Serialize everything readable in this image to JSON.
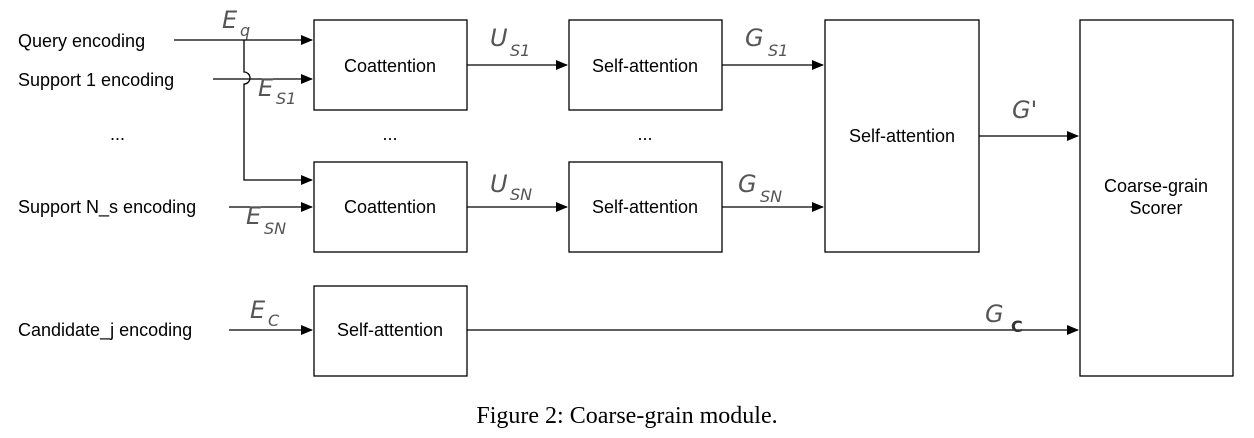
{
  "inputs": {
    "query": "Query encoding",
    "support1": "Support 1 encoding",
    "dots": "...",
    "supportN": "Support N_s encoding",
    "candidate": "Candidate_j encoding"
  },
  "boxes": {
    "coattention_1": "Coattention",
    "coattention_n": "Coattention",
    "coattention_dots": "...",
    "selfatt_1": "Self-attention",
    "selfatt_n": "Self-attention",
    "selfatt_dots": "...",
    "selfatt_agg": "Self-attention",
    "selfatt_cand": "Self-attention",
    "scorer_line1": "Coarse-grain",
    "scorer_line2": "Scorer"
  },
  "annotations": {
    "eq_main": "E",
    "eq_sub": "q",
    "es1_main": "E",
    "es1_sub": "S1",
    "esn_main": "E",
    "esn_sub": "SN",
    "ec_main": "E",
    "ec_sub": "C",
    "us1_main": "U",
    "us1_sub": "S1",
    "usn_main": "U",
    "usn_sub": "SN",
    "gs1_main": "G",
    "gs1_sub": "S1",
    "gsn_main": "G",
    "gsn_sub": "SN",
    "gprime": "G'",
    "gc_main": "G",
    "gc_sub": "C"
  },
  "caption": "Figure 2: Coarse-grain module."
}
